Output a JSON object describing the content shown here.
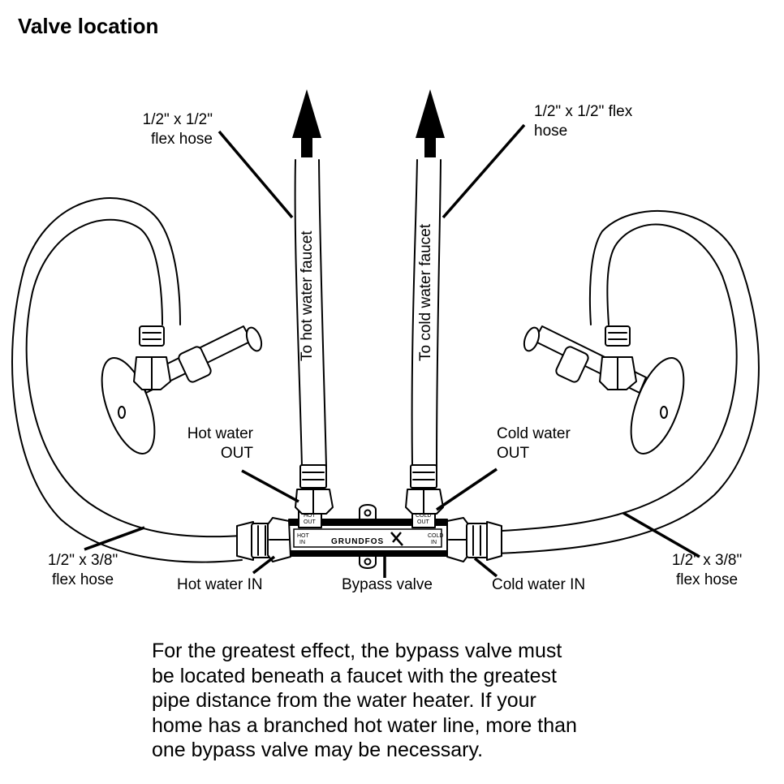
{
  "title": "Valve location",
  "labels": {
    "hose_top_left": [
      "1/2\" x 1/2\"",
      "flex hose"
    ],
    "hose_top_right": [
      "1/2\" x 1/2\" flex",
      "hose"
    ],
    "to_hot_faucet": "To hot water faucet",
    "to_cold_faucet": "To cold water faucet",
    "hot_out": [
      "Hot water",
      "OUT"
    ],
    "cold_out": [
      "Cold water",
      "OUT"
    ],
    "hose_bottom_left": [
      "1/2\" x 3/8\"",
      "flex hose"
    ],
    "hose_bottom_right": [
      "1/2\" x 3/8\"",
      "flex hose"
    ],
    "hot_in": "Hot water IN",
    "bypass_valve": "Bypass valve",
    "cold_in": "Cold water IN"
  },
  "valve_markings": {
    "hot_out": [
      "HOT",
      "OUT"
    ],
    "cold_out": [
      "COLD",
      "OUT"
    ],
    "hot_in": [
      "HOT",
      "IN"
    ],
    "cold_in": [
      "COLD",
      "IN"
    ],
    "brand": "GRUNDFOS"
  },
  "icons": {
    "flow_arrow": "arrow-up"
  },
  "paragraph": [
    "For the greatest effect, the bypass valve must",
    "be located beneath a faucet with the greatest",
    "pipe distance from the water heater. If your",
    "home has a branched hot water line, more than",
    "one bypass valve may be necessary."
  ]
}
